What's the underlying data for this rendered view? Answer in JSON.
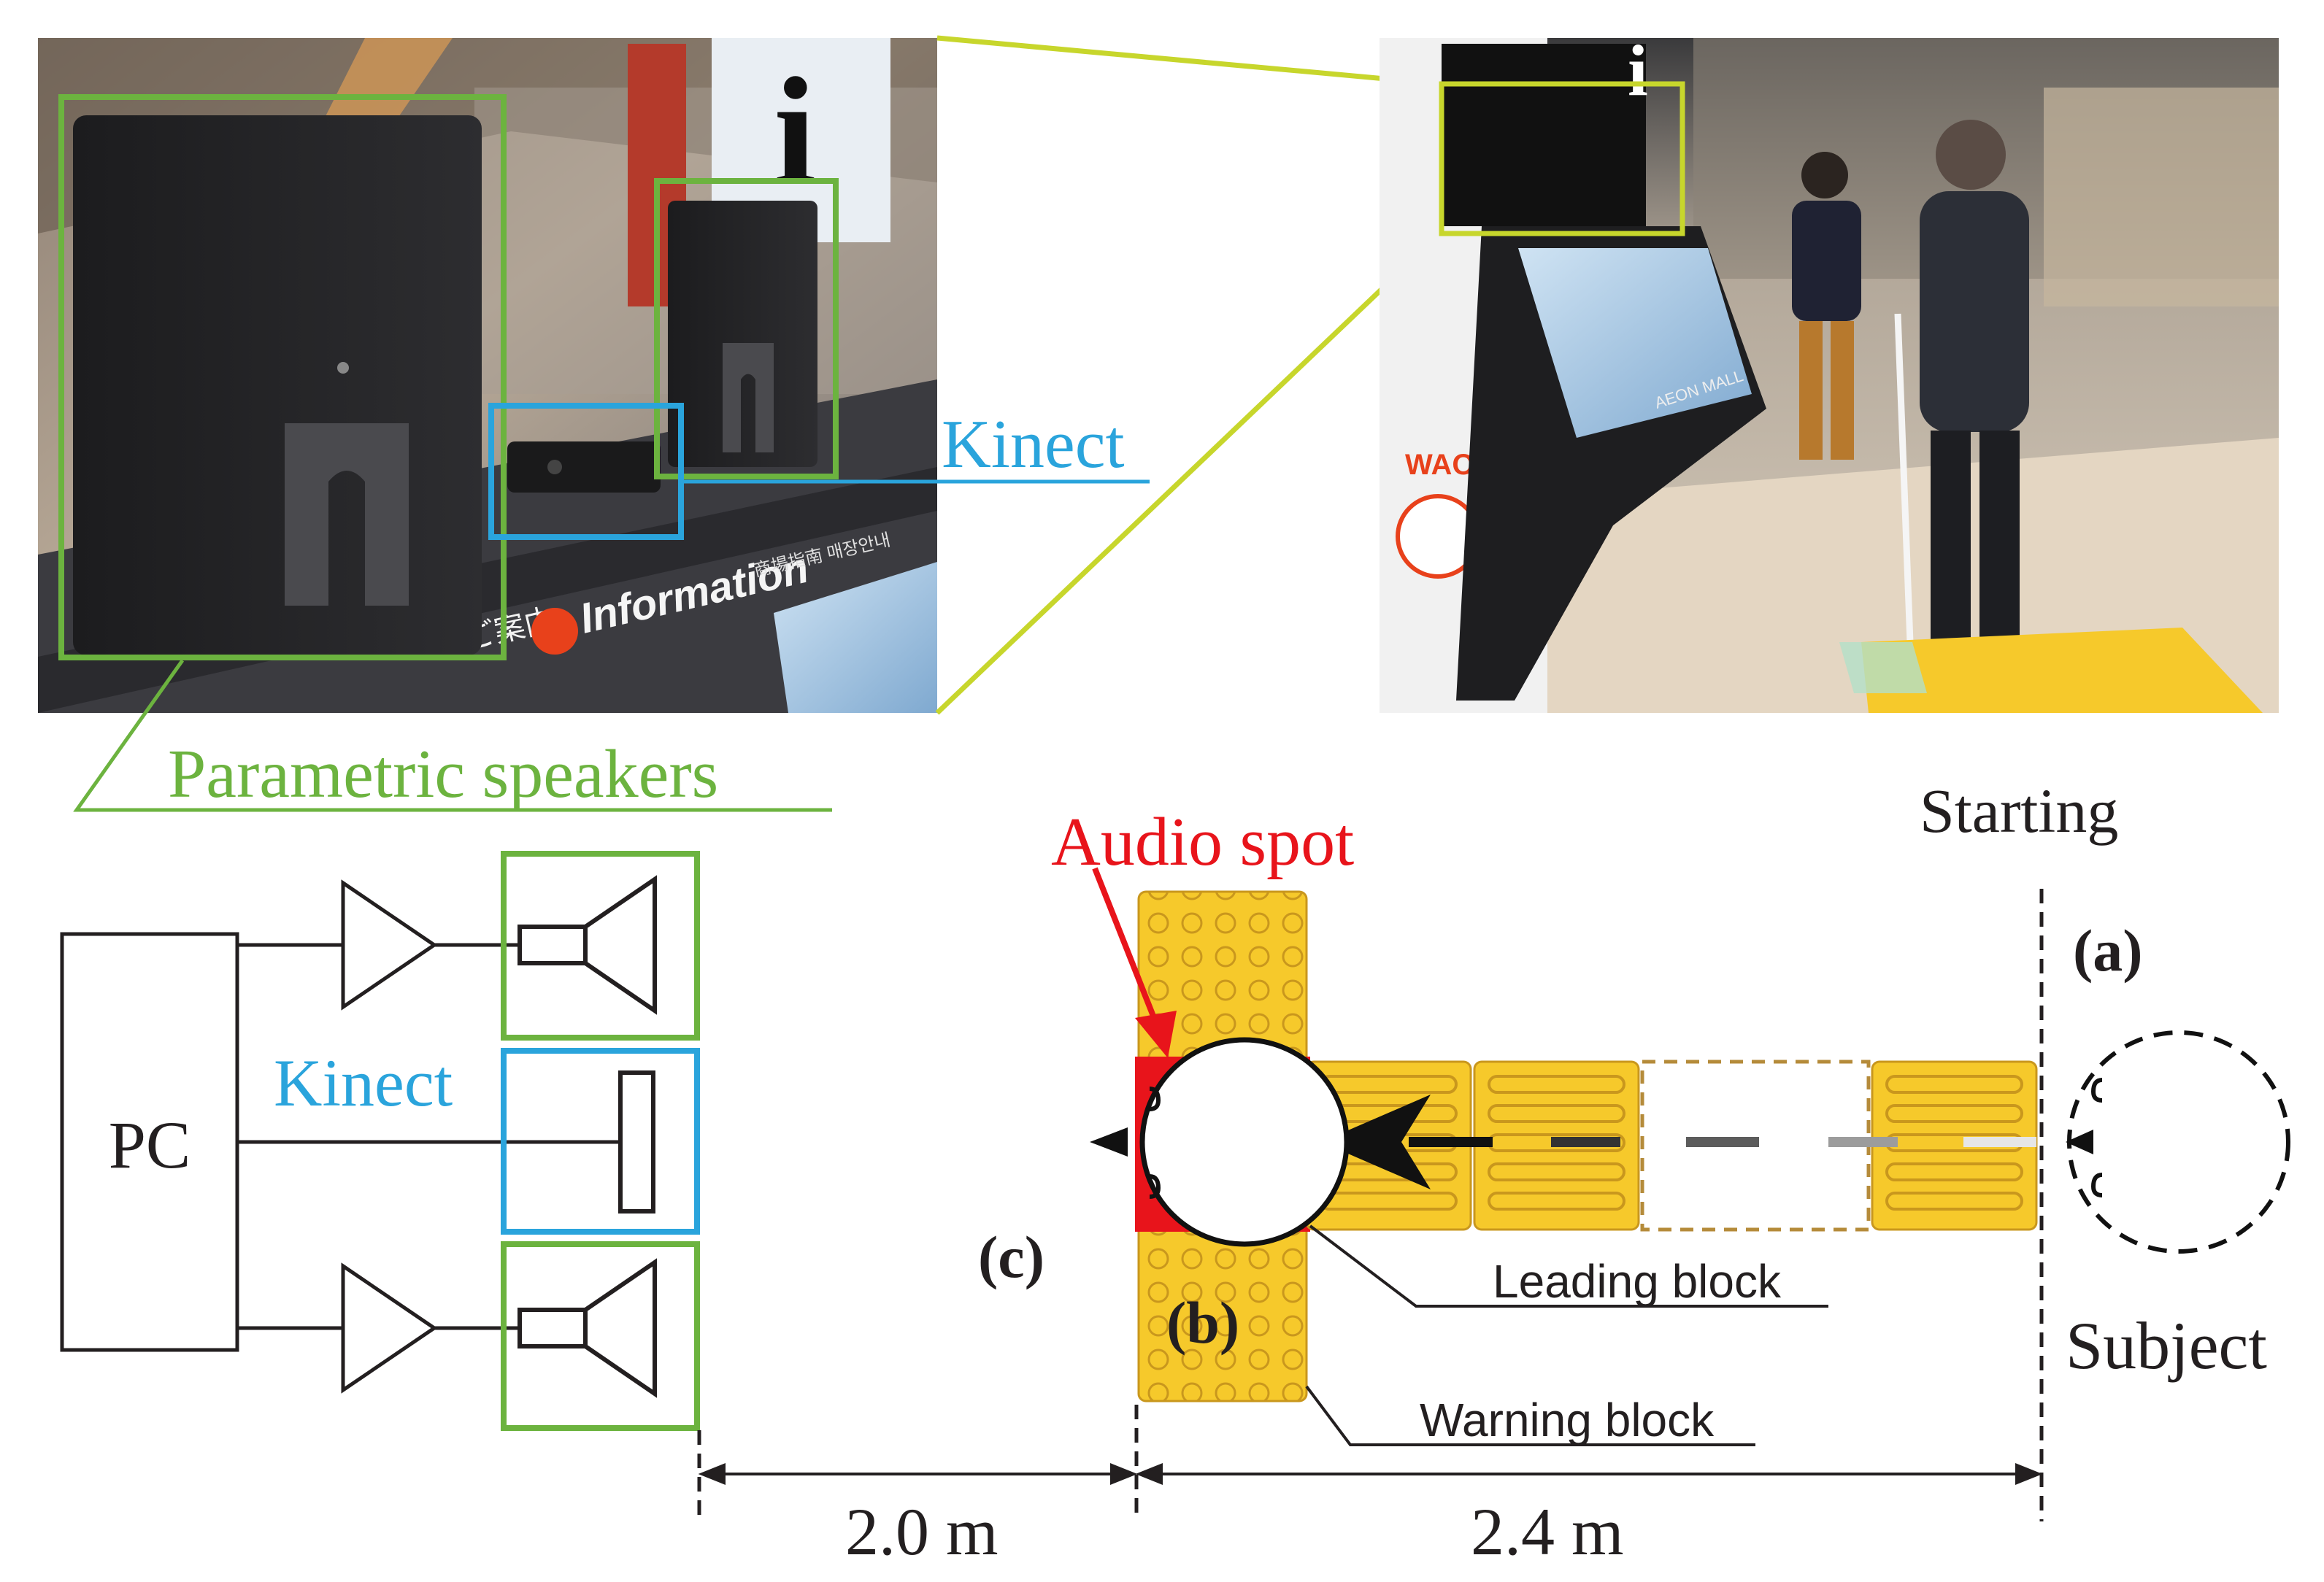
{
  "labels": {
    "kinect_top": "Kinect",
    "parametric_speakers": "Parametric speakers",
    "kinect_bottom": "Kinect",
    "pc": "PC",
    "audio_spot": "Audio spot",
    "starting": "Starting",
    "subject": "Subject",
    "point_a": "(a)",
    "point_b": "(b)",
    "point_c": "(c)",
    "leading_block": "Leading block",
    "warning_block": "Warning block",
    "dist_left": "2.0 m",
    "dist_right": "2.4 m"
  },
  "photo_left": {
    "signage_text": "Information",
    "signage_sub": "ご案内",
    "signage_small": "商場指南 매장안내",
    "sign_letter": "i"
  },
  "photo_right": {
    "kiosk_brand": "AEON MALL",
    "mascot_text": "WAON",
    "sign_letter": "i"
  },
  "colors": {
    "speaker_green": "#6cb33f",
    "kinect_blue": "#2aa4dc",
    "zoom_lime": "#c7d62c",
    "audio_red": "#e8141b",
    "block_yellow": "#f6c92b",
    "block_edge": "#c9971d",
    "text_dark": "#231f20"
  }
}
